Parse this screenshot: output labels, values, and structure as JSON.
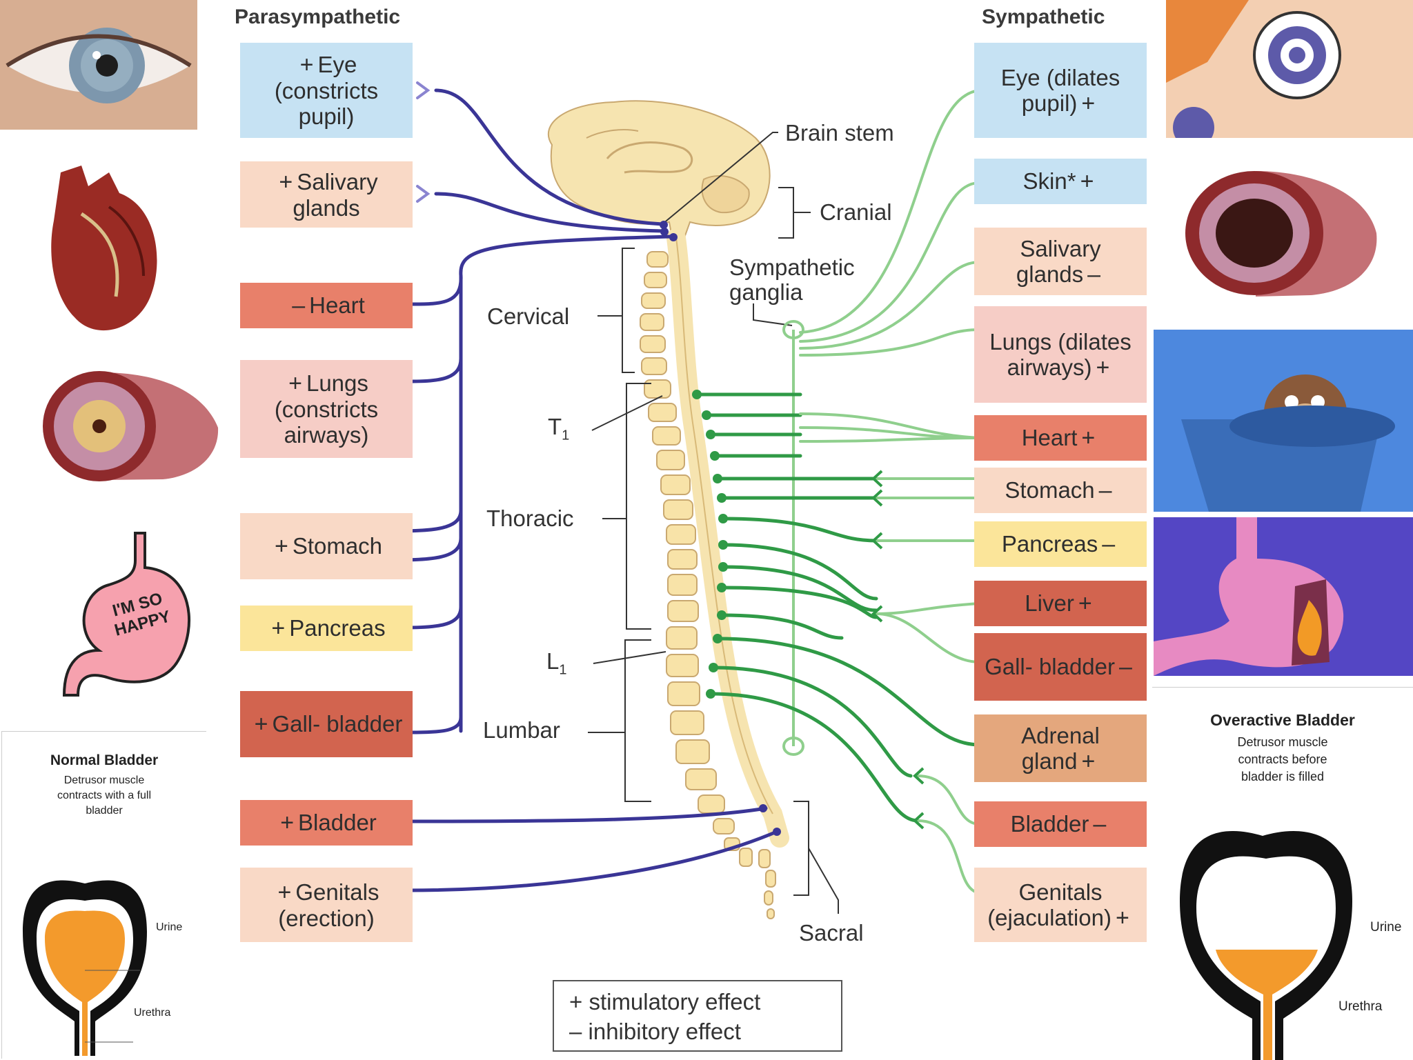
{
  "headings": {
    "parasympathetic": "Parasympathetic",
    "sympathetic": "Sympathetic"
  },
  "para_boxes": [
    {
      "sign": "+",
      "text": "Eye (constricts pupil)"
    },
    {
      "sign": "+",
      "text": "Salivary glands"
    },
    {
      "sign": "–",
      "text": "Heart"
    },
    {
      "sign": "+",
      "text": "Lungs (constricts airways)"
    },
    {
      "sign": "+",
      "text": "Stomach"
    },
    {
      "sign": "+",
      "text": "Pancreas"
    },
    {
      "sign": "+",
      "text": "Gall- bladder"
    },
    {
      "sign": "+",
      "text": "Bladder"
    },
    {
      "sign": "+",
      "text": "Genitals (erection)"
    }
  ],
  "symp_boxes": [
    {
      "sign": "+",
      "text": "Eye (dilates pupil)"
    },
    {
      "sign": "+",
      "text": "Skin*"
    },
    {
      "sign": "–",
      "text": "Salivary glands"
    },
    {
      "sign": "+",
      "text": "Lungs (dilates airways)"
    },
    {
      "sign": "+",
      "text": "Heart"
    },
    {
      "sign": "–",
      "text": "Stomach"
    },
    {
      "sign": "–",
      "text": "Pancreas"
    },
    {
      "sign": "+",
      "text": "Liver"
    },
    {
      "sign": "–",
      "text": "Gall- bladder"
    },
    {
      "sign": "+",
      "text": "Adrenal gland"
    },
    {
      "sign": "–",
      "text": "Bladder"
    },
    {
      "sign": "+",
      "text": "Genitals (ejaculation)"
    }
  ],
  "labels": {
    "brain_stem": "Brain stem",
    "cranial": "Cranial",
    "sympathetic_ganglia": "Sympathetic ganglia",
    "cervical": "Cervical",
    "t1": "T",
    "t1_sub": "1",
    "thoracic": "Thoracic",
    "l1": "L",
    "l1_sub": "1",
    "lumbar": "Lumbar",
    "sacral": "Sacral"
  },
  "legend": {
    "line1": "+  stimulatory effect",
    "line2": "–  inhibitory effect"
  },
  "normal_bladder": {
    "title": "Normal Bladder",
    "subtitle": "Detrusor muscle contracts with a full bladder",
    "urine": "Urine",
    "urethra": "Urethra"
  },
  "overactive_bladder": {
    "title": "Overactive Bladder",
    "subtitle": "Detrusor muscle contracts before bladder is filled",
    "urine": "Urine",
    "urethra": "Urethra"
  },
  "stomach_sticker": "I'M SO HAPPY",
  "colors": {
    "parasympathetic": "#3a3596",
    "sympathetic_dark": "#2f9a46",
    "sympathetic_light": "#8fcf8d",
    "spine": "#f6e4b0"
  }
}
